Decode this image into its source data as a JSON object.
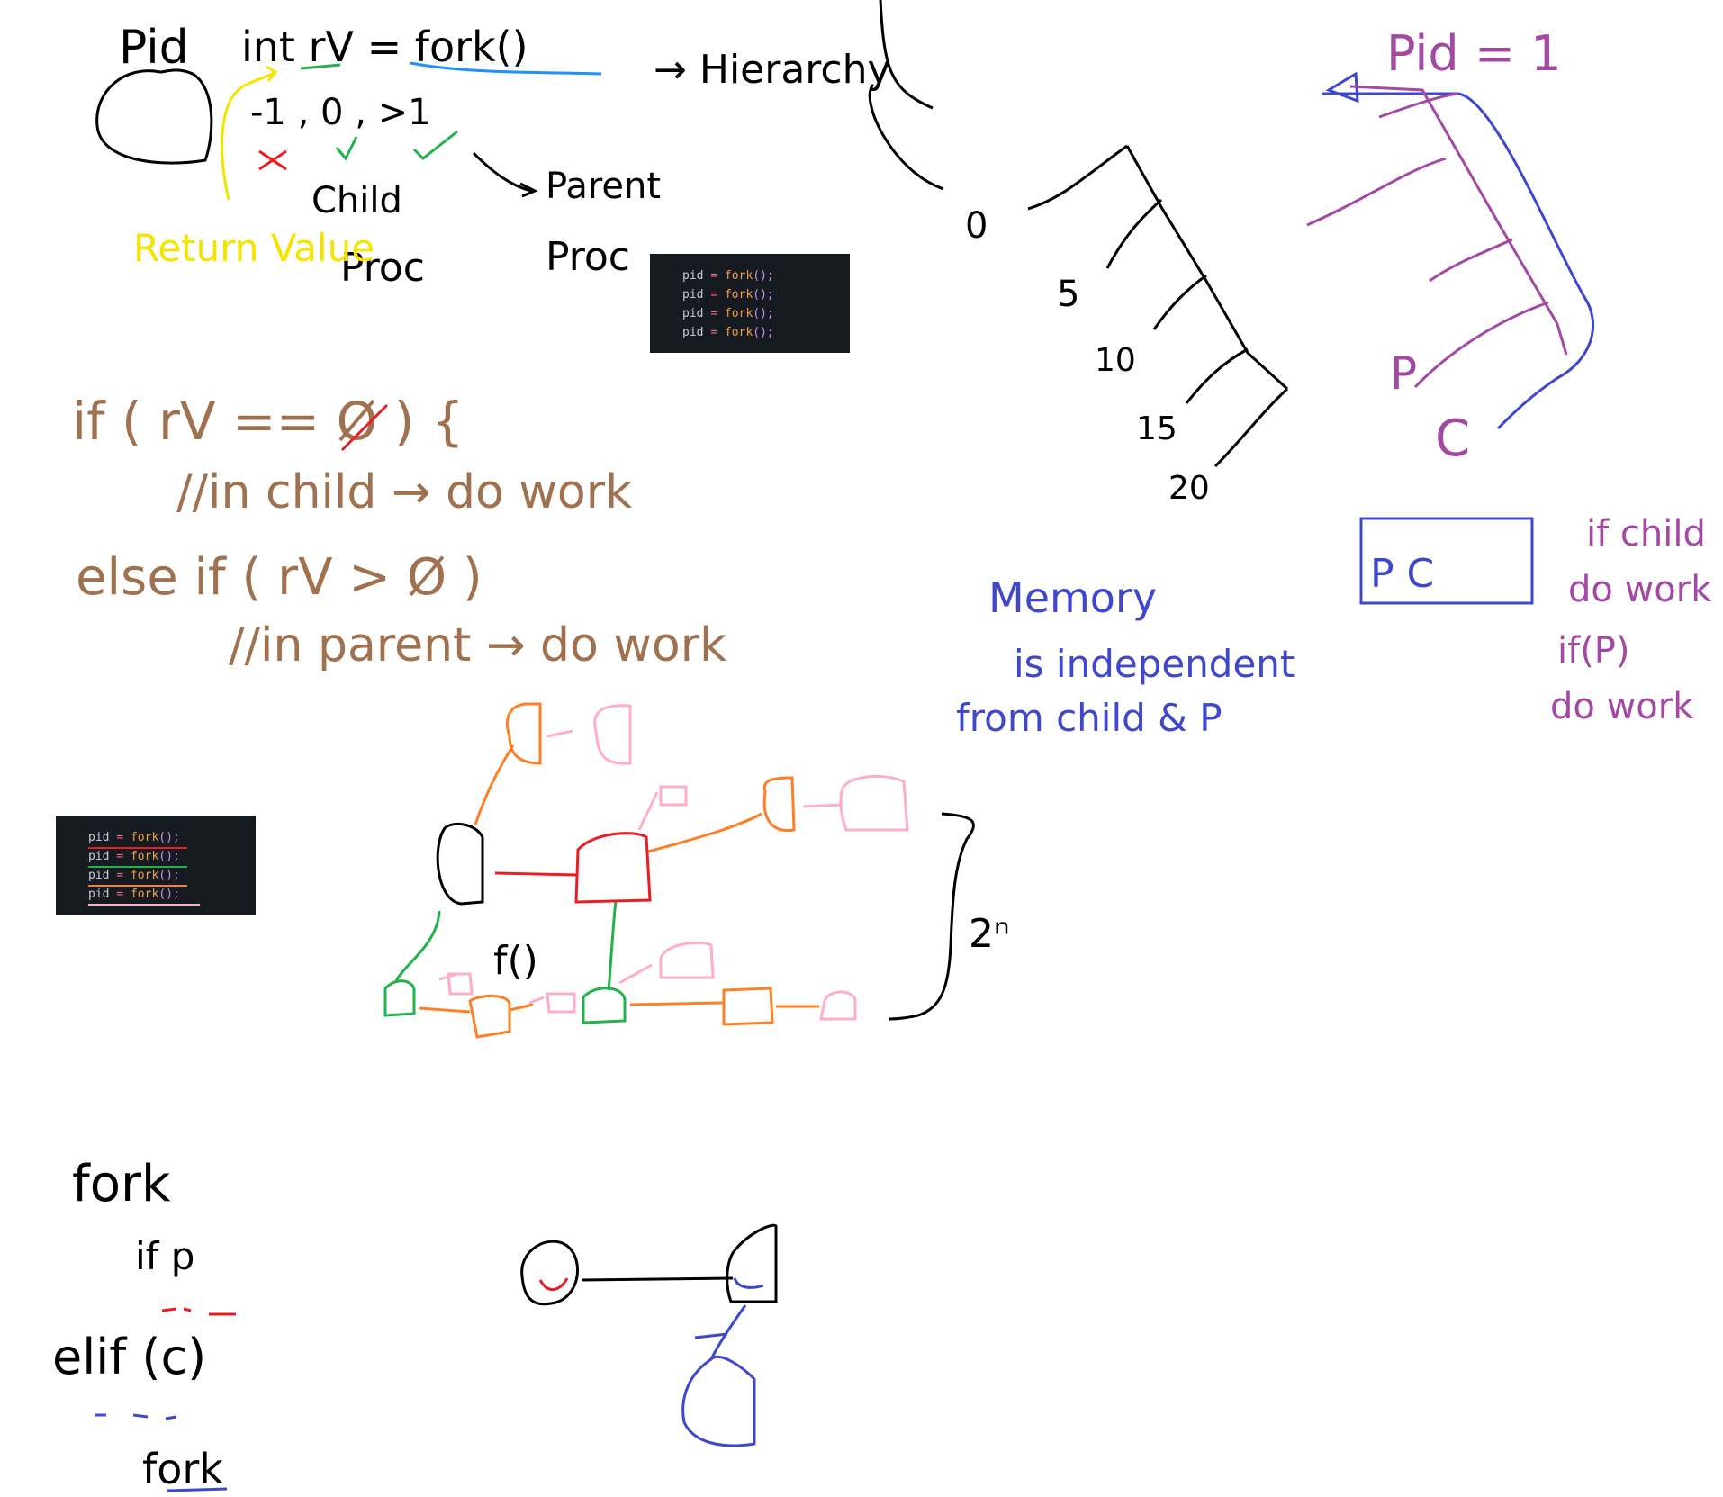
{
  "notes": {
    "pid_label": "Pid",
    "decl": "int rV = fork()",
    "hierarchy": "→ Hierarchy",
    "return_values": "-1 , 0 , >1",
    "child": "Child",
    "parent": "Parent",
    "proc_child": "Proc",
    "proc_parent": "Proc",
    "return_value": "Return Value",
    "if_line": "if ( rV == Ø ) {",
    "if_body": "//in child → do work",
    "elseif_line": "else if ( rV > Ø )",
    "elseif_body": "//in parent → do work",
    "memory_1": "Memory",
    "memory_2": "is independent",
    "memory_3": "from child & P",
    "tree_labels": [
      "0",
      "5",
      "10",
      "15",
      "20"
    ],
    "pid_right": "Pid = 1",
    "p_label": "P",
    "c_label": "C",
    "box_labels": "P C",
    "ifchild_1": "if child",
    "ifchild_2": "do work",
    "ifchild_3": "if(P)",
    "ifchild_4": "do work",
    "fork_graph_label": "f()",
    "two_n": "2ⁿ",
    "bottom_fork": "fork",
    "bottom_if": "if p",
    "bottom_elif": "elif (c)",
    "bottom_fork2": "fork"
  },
  "code_top": {
    "lines": [
      {
        "var": "pid",
        "eq": "=",
        "fn": "fork",
        "rest": "();"
      },
      {
        "var": "pid",
        "eq": "=",
        "fn": "fork",
        "rest": "();"
      },
      {
        "var": "pid",
        "eq": "=",
        "fn": "fork",
        "rest": "();"
      },
      {
        "var": "pid",
        "eq": "=",
        "fn": "fork",
        "rest": "();"
      }
    ]
  },
  "code_left": {
    "lines": [
      {
        "var": "pid",
        "eq": "=",
        "fn": "fork",
        "rest": "();"
      },
      {
        "var": "pid",
        "eq": "=",
        "fn": "fork",
        "rest": "();"
      },
      {
        "var": "pid",
        "eq": "=",
        "fn": "fork",
        "rest": "();"
      },
      {
        "var": "pid",
        "eq": "=",
        "fn": "fork",
        "rest": "();"
      }
    ]
  },
  "colors": {
    "black": "#000000",
    "yellow": "#f5e400",
    "green": "#22b24c",
    "red": "#ec1c24",
    "blue": "#1e90ff",
    "brown": "#a0714f",
    "navy": "#3f48cc",
    "purple": "#a349a4",
    "orange": "#ff7f27",
    "pink": "#ffaec9"
  }
}
